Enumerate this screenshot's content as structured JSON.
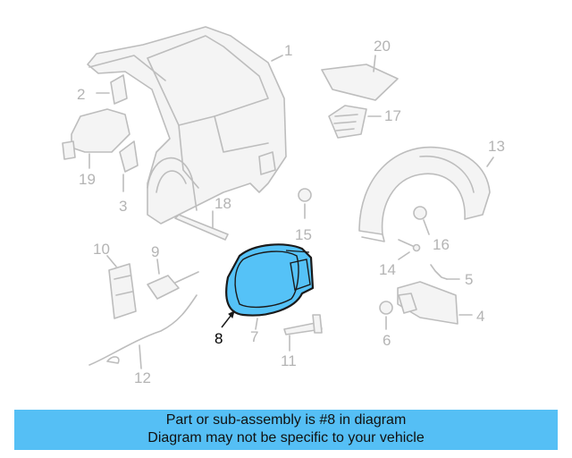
{
  "diagram": {
    "highlight_color": "#55c2f7",
    "callouts": [
      {
        "id": "c1",
        "label": "1"
      },
      {
        "id": "c2",
        "label": "2"
      },
      {
        "id": "c3",
        "label": "3"
      },
      {
        "id": "c4",
        "label": "4"
      },
      {
        "id": "c5",
        "label": "5"
      },
      {
        "id": "c6",
        "label": "6"
      },
      {
        "id": "c7",
        "label": "7"
      },
      {
        "id": "c8",
        "label": "8"
      },
      {
        "id": "c9",
        "label": "9"
      },
      {
        "id": "c10",
        "label": "10"
      },
      {
        "id": "c11",
        "label": "11"
      },
      {
        "id": "c12",
        "label": "12"
      },
      {
        "id": "c13",
        "label": "13"
      },
      {
        "id": "c14",
        "label": "14"
      },
      {
        "id": "c15",
        "label": "15"
      },
      {
        "id": "c16",
        "label": "16"
      },
      {
        "id": "c17",
        "label": "17"
      },
      {
        "id": "c18",
        "label": "18"
      },
      {
        "id": "c19",
        "label": "19"
      },
      {
        "id": "c20",
        "label": "20"
      }
    ]
  },
  "banner": {
    "line1": "Part or sub-assembly is #8 in diagram",
    "line2": "Diagram may not be specific to your vehicle",
    "background": "#55bff5"
  }
}
